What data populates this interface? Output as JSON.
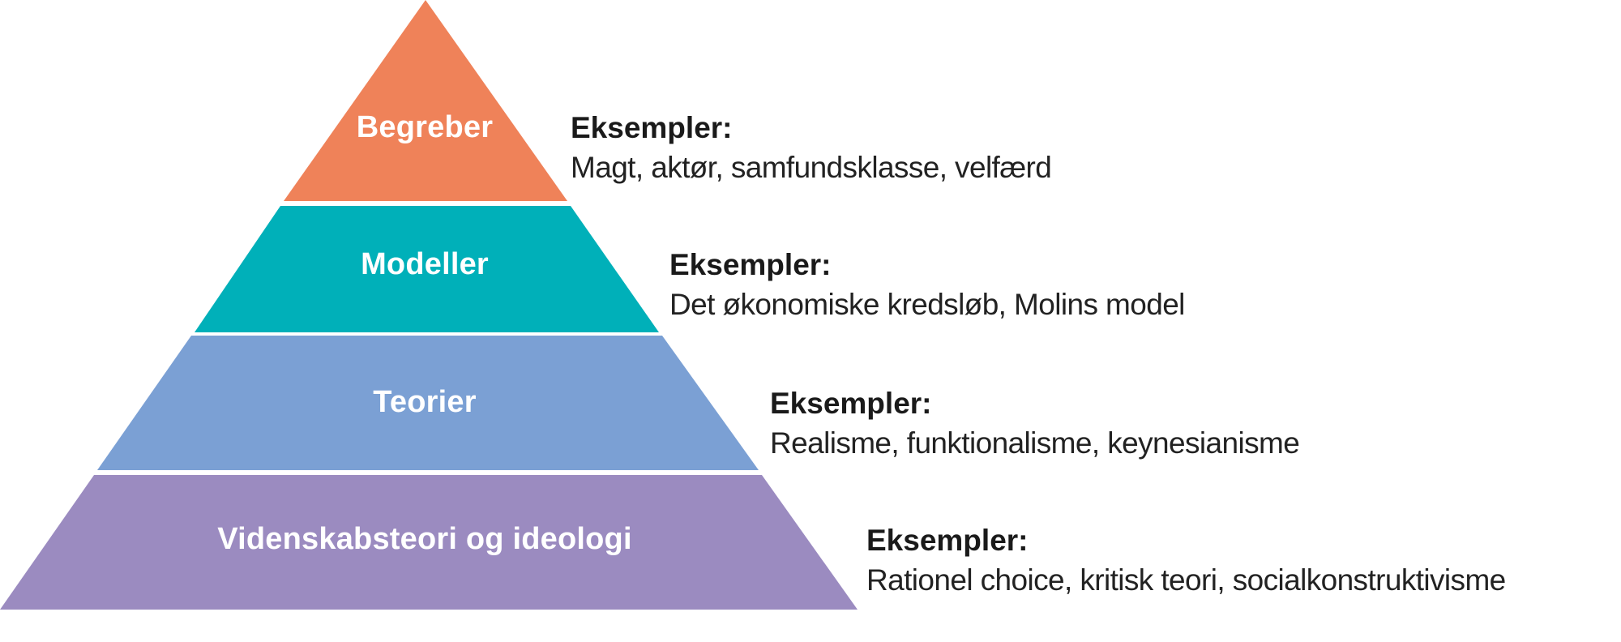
{
  "colors": {
    "begreber": "#EF8259",
    "modeller": "#00B0B9",
    "teorier": "#7BA0D4",
    "videnskabsteori": "#9B8BC0",
    "separator": "#FFFFFF",
    "text_dark": "#1A1A1A"
  },
  "pyramid": {
    "layers": [
      {
        "label": "Begreber",
        "color": "#EF8259",
        "example_heading": "Eksempler:",
        "example_items": "Magt, aktør, samfundsklasse, velfærd"
      },
      {
        "label": "Modeller",
        "color": "#00B0B9",
        "example_heading": "Eksempler:",
        "example_items": "Det økonomiske kredsløb, Molins model"
      },
      {
        "label": "Teorier",
        "color": "#7BA0D4",
        "example_heading": "Eksempler:",
        "example_items": "Realisme, funktionalisme, keynesianisme"
      },
      {
        "label": "Videnskabsteori og ideologi",
        "color": "#9B8BC0",
        "example_heading": "Eksempler:",
        "example_items": "Rationel choice, kritisk teori, socialkonstruktivisme"
      }
    ]
  }
}
